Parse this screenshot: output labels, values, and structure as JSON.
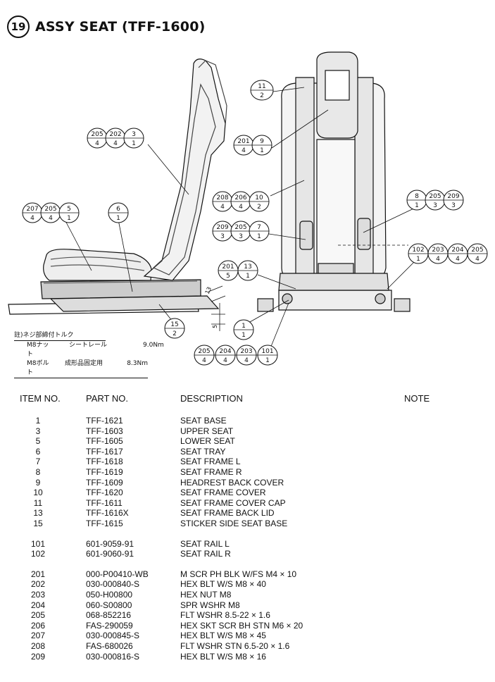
{
  "section": {
    "number": "19",
    "title": "ASSY SEAT (TFF-1600)"
  },
  "callouts": [
    {
      "id": "c-11",
      "top": [
        "11"
      ],
      "bottom": [
        "2"
      ]
    },
    {
      "id": "c-205-202-3",
      "top": [
        "205",
        "202",
        "3"
      ],
      "bottom": [
        "4",
        "4",
        "1"
      ]
    },
    {
      "id": "c-201-9",
      "top": [
        "201",
        "9"
      ],
      "bottom": [
        "4",
        "1"
      ]
    },
    {
      "id": "c-208-206-10",
      "top": [
        "208",
        "206",
        "10"
      ],
      "bottom": [
        "4",
        "4",
        "2"
      ]
    },
    {
      "id": "c-207-205-5",
      "top": [
        "207",
        "205",
        "5"
      ],
      "bottom": [
        "4",
        "4",
        "1"
      ]
    },
    {
      "id": "c-6",
      "top": [
        "6"
      ],
      "bottom": [
        "1"
      ]
    },
    {
      "id": "c-8-205-209",
      "top": [
        "8",
        "205",
        "209"
      ],
      "bottom": [
        "1",
        "3",
        "3"
      ]
    },
    {
      "id": "c-209-205-7",
      "top": [
        "209",
        "205",
        "7"
      ],
      "bottom": [
        "3",
        "3",
        "1"
      ]
    },
    {
      "id": "c-102-203-204-205",
      "top": [
        "102",
        "203",
        "204",
        "205"
      ],
      "bottom": [
        "1",
        "4",
        "4",
        "4"
      ]
    },
    {
      "id": "c-201-13",
      "top": [
        "201",
        "13"
      ],
      "bottom": [
        "5",
        "1"
      ]
    },
    {
      "id": "c-15",
      "top": [
        "15"
      ],
      "bottom": [
        "2"
      ]
    },
    {
      "id": "c-1",
      "top": [
        "1"
      ],
      "bottom": [
        "1"
      ]
    },
    {
      "id": "c-205-204-203-101",
      "top": [
        "205",
        "204",
        "203",
        "101"
      ],
      "bottom": [
        "4",
        "4",
        "4",
        "1"
      ]
    }
  ],
  "dimensions": {
    "d13": "13",
    "d5": "5"
  },
  "torque_note": {
    "heading": "註)ネジ部締付トルク",
    "rows": [
      {
        "bolt": "M8ナット",
        "use": "シートレール",
        "value": "9.0Nm"
      },
      {
        "bolt": "M8ボルト",
        "use": "成形品固定用",
        "value": "8.3Nm"
      }
    ]
  },
  "table": {
    "headers": {
      "item": "ITEM NO.",
      "part": "PART NO.",
      "desc": "DESCRIPTION",
      "note": "NOTE"
    },
    "rows": [
      {
        "item": "1",
        "part": "TFF-1621",
        "desc": "SEAT BASE"
      },
      {
        "item": "3",
        "part": "TFF-1603",
        "desc": "UPPER SEAT"
      },
      {
        "item": "5",
        "part": "TFF-1605",
        "desc": "LOWER SEAT"
      },
      {
        "item": "6",
        "part": "TFF-1617",
        "desc": "SEAT TRAY"
      },
      {
        "item": "7",
        "part": "TFF-1618",
        "desc": "SEAT FRAME L"
      },
      {
        "item": "8",
        "part": "TFF-1619",
        "desc": "SEAT FRAME R"
      },
      {
        "item": "9",
        "part": "TFF-1609",
        "desc": "HEADREST BACK COVER"
      },
      {
        "item": "10",
        "part": "TFF-1620",
        "desc": "SEAT FRAME COVER"
      },
      {
        "item": "11",
        "part": "TFF-1611",
        "desc": "SEAT FRAME COVER CAP"
      },
      {
        "item": "13",
        "part": "TFF-1616X",
        "desc": "SEAT FRAME BACK LID"
      },
      {
        "item": "15",
        "part": "TFF-1615",
        "desc": "STICKER SIDE SEAT BASE"
      },
      {
        "item": "101",
        "part": "601-9059-91",
        "desc": "SEAT RAIL L"
      },
      {
        "item": "102",
        "part": "601-9060-91",
        "desc": "SEAT RAIL R"
      },
      {
        "item": "201",
        "part": "000-P00410-WB",
        "desc": "M SCR PH BLK W/FS M4 × 10"
      },
      {
        "item": "202",
        "part": "030-000840-S",
        "desc": "HEX BLT W/S M8 × 40"
      },
      {
        "item": "203",
        "part": "050-H00800",
        "desc": "HEX NUT M8"
      },
      {
        "item": "204",
        "part": "060-S00800",
        "desc": "SPR WSHR M8"
      },
      {
        "item": "205",
        "part": "068-852216",
        "desc": "FLT WSHR 8.5-22 × 1.6"
      },
      {
        "item": "206",
        "part": "FAS-290059",
        "desc": "HEX SKT SCR BH STN M6 × 20"
      },
      {
        "item": "207",
        "part": "030-000845-S",
        "desc": "HEX BLT W/S M8 × 45"
      },
      {
        "item": "208",
        "part": "FAS-680026",
        "desc": "FLT WSHR STN 6.5-20 × 1.6"
      },
      {
        "item": "209",
        "part": "030-000816-S",
        "desc": "HEX BLT W/S M8 × 16"
      }
    ]
  }
}
